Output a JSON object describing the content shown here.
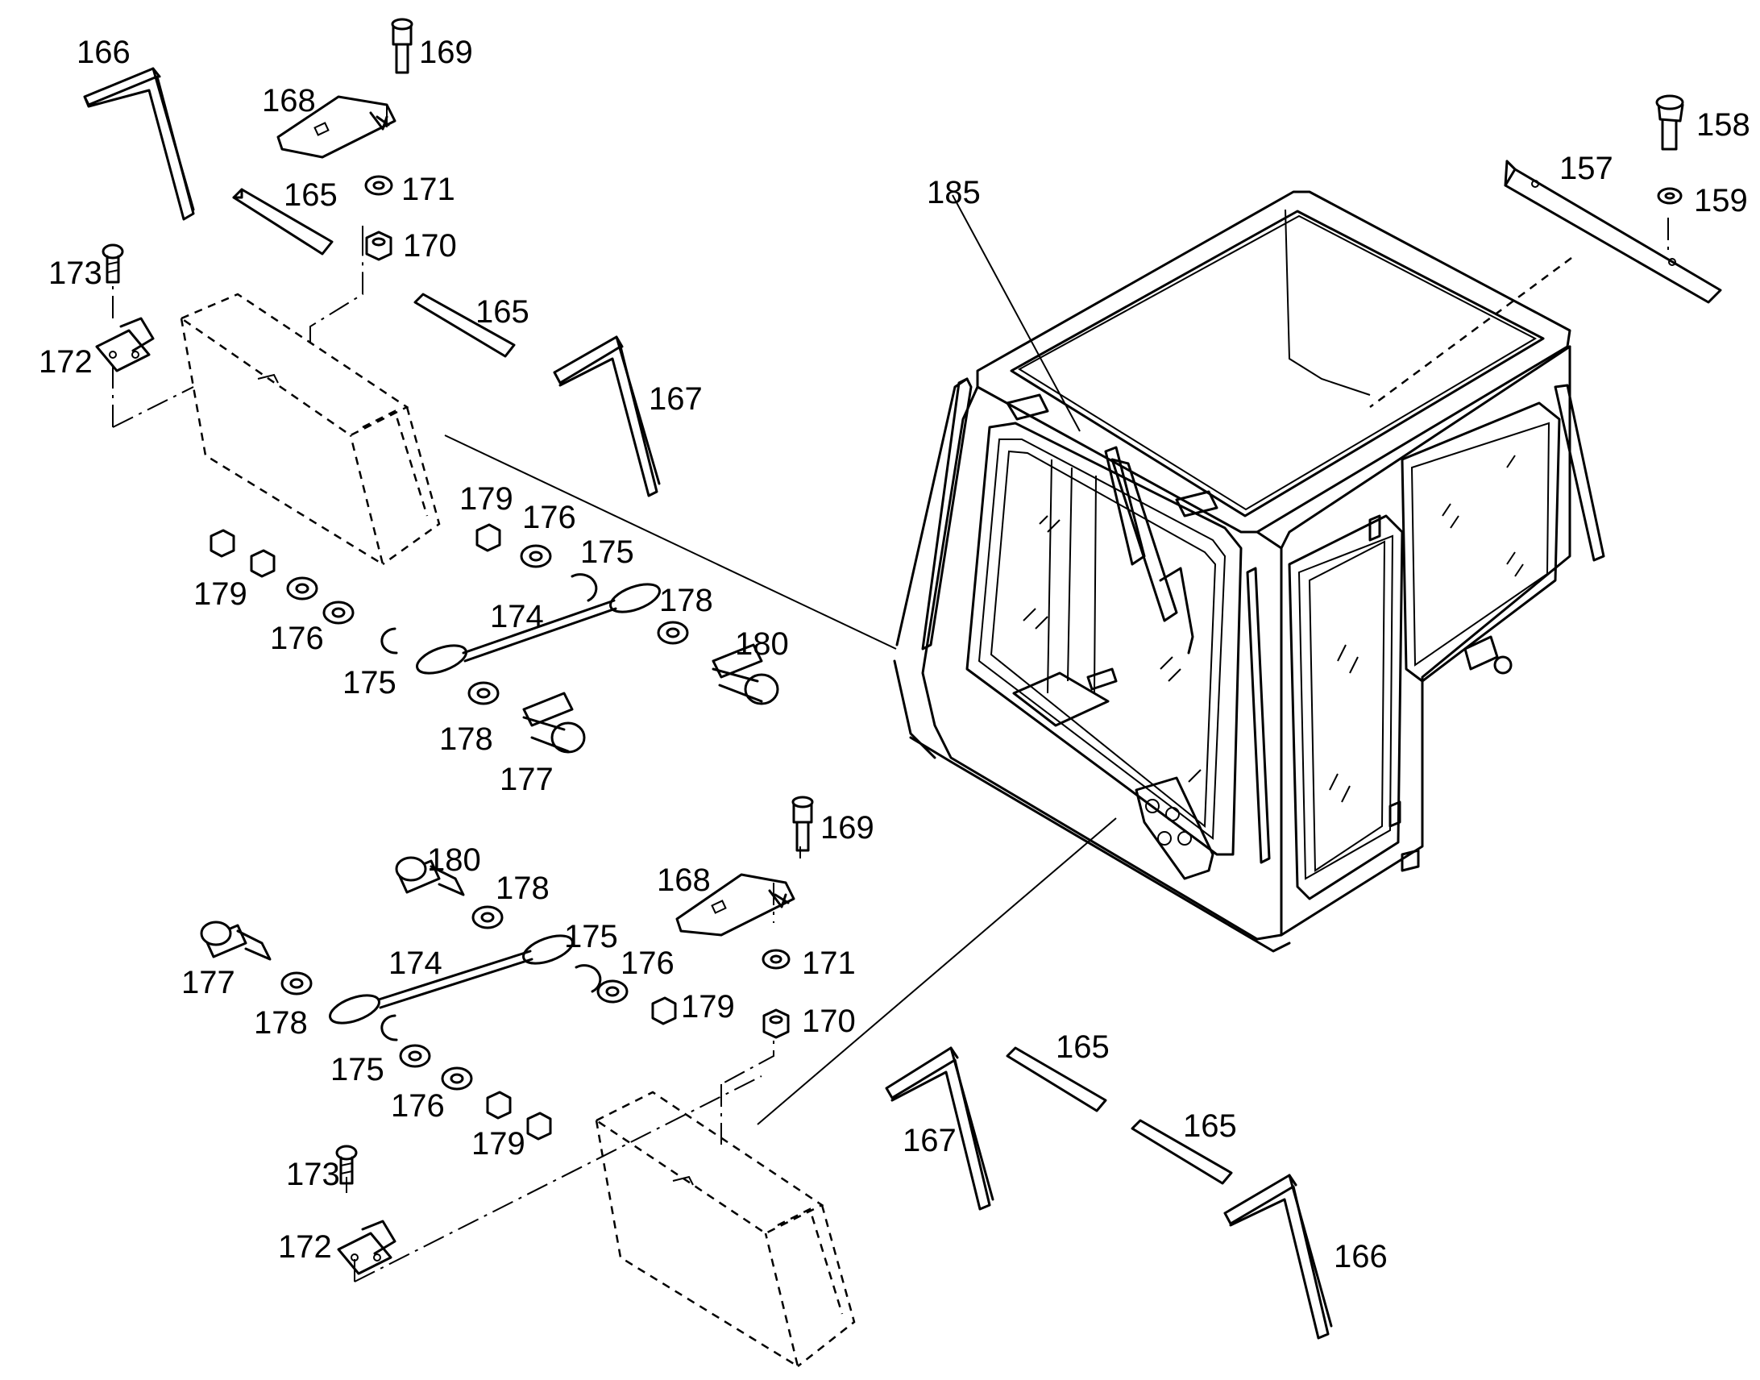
{
  "labels": {
    "l157": "157",
    "l158": "158",
    "l159": "159",
    "l165": "165",
    "l166": "166",
    "l167": "167",
    "l168": "168",
    "l169": "169",
    "l170": "170",
    "l171": "171",
    "l172": "172",
    "l173": "173",
    "l174": "174",
    "l175": "175",
    "l176": "176",
    "l177": "177",
    "l178": "178",
    "l179": "179",
    "l180": "180",
    "l185": "185"
  },
  "colors": {
    "line": "#000000",
    "background": "#ffffff"
  }
}
